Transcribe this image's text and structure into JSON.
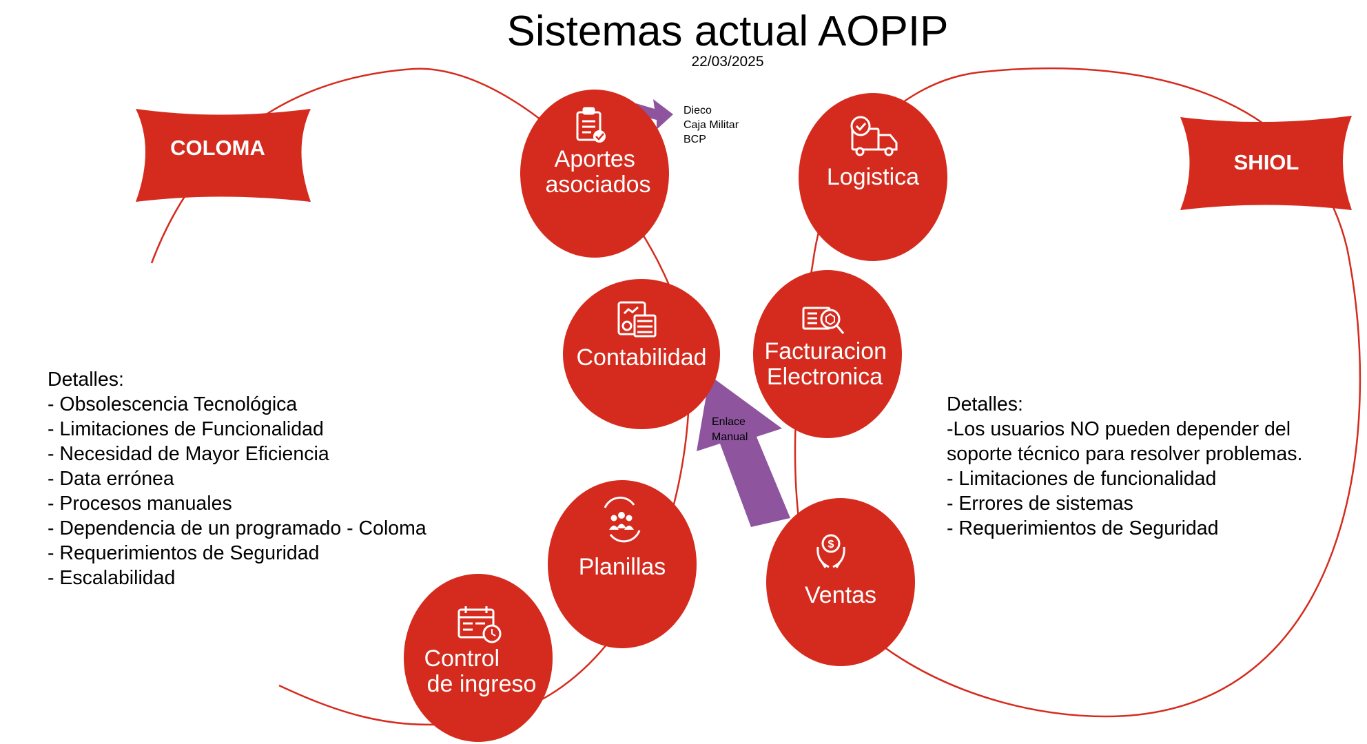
{
  "title": "Sistemas actual AOPIP",
  "date": "22/03/2025",
  "colors": {
    "accent": "#D52B1E",
    "arrow": "#8E559E",
    "text": "#000000"
  },
  "banners": {
    "left": "COLOMA",
    "right": "SHIOL"
  },
  "nodes": {
    "aportes": {
      "lines": [
        "Aportes",
        "asociados"
      ],
      "icon": "clipboard-check-icon"
    },
    "logistica": {
      "lines": [
        "Logistica"
      ],
      "icon": "delivery-truck-icon"
    },
    "contabilidad": {
      "lines": [
        "Contabilidad"
      ],
      "icon": "calculator-report-icon"
    },
    "facturacion": {
      "lines": [
        "Facturacion",
        "Electronica"
      ],
      "icon": "invoice-search-icon"
    },
    "planillas": {
      "lines": [
        "Planillas"
      ],
      "icon": "team-cycle-icon"
    },
    "ventas": {
      "lines": [
        "Ventas"
      ],
      "icon": "money-hands-icon"
    },
    "control": {
      "lines": [
        "Control",
        "de ingreso"
      ],
      "icon": "calendar-clock-icon"
    }
  },
  "aportes_note": [
    "Dieco",
    "Caja Militar",
    "BCP"
  ],
  "enlace_label": [
    "Enlace",
    "Manual"
  ],
  "details_left": [
    "Detalles:",
    "- Obsolescencia Tecnológica",
    "- Limitaciones de Funcionalidad",
    "- Necesidad de Mayor Eficiencia",
    "- Data errónea",
    "- Procesos manuales",
    "- Dependencia de un programado - Coloma",
    "- Requerimientos de Seguridad",
    "- Escalabilidad"
  ],
  "details_right": [
    "Detalles:",
    "-Los usuarios NO pueden depender del",
    "soporte técnico para resolver problemas.",
    "- Limitaciones de funcionalidad",
    "- Errores de sistemas",
    "- Requerimientos de Seguridad"
  ]
}
